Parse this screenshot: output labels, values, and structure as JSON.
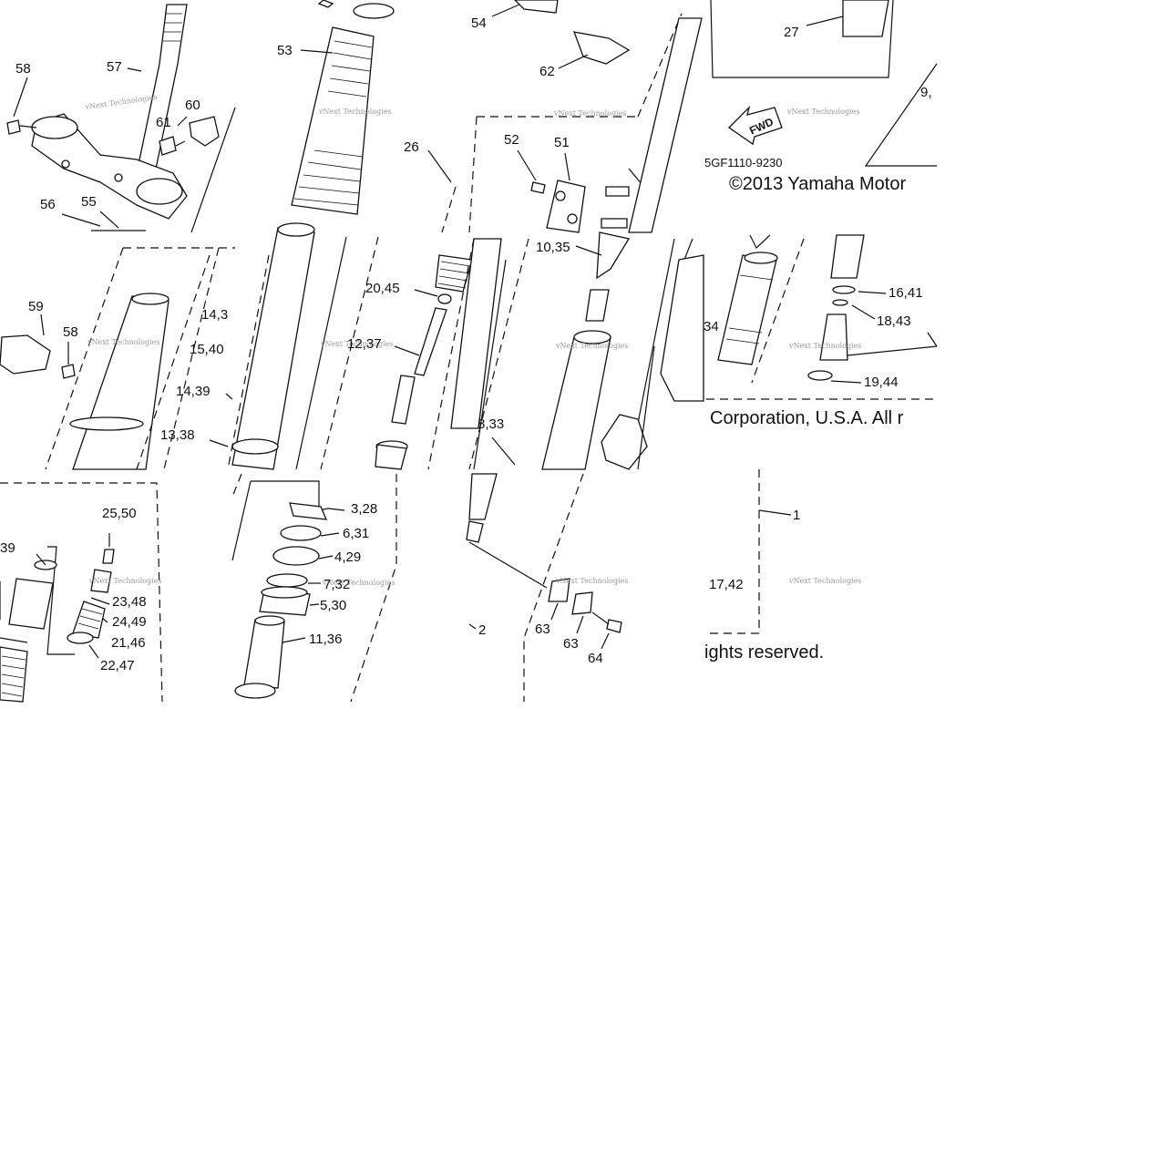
{
  "diagram": {
    "code": "5GF1110-9230",
    "copyright_part1": "©2013 Yamaha Motor",
    "copyright_part2": "Corporation, U.S.A. All r",
    "copyright_part3": "ights reserved.",
    "fwd_label": "FWD",
    "watermark": "vNext Technologies",
    "callouts": [
      "58",
      "57",
      "61",
      "60",
      "56",
      "55",
      "53",
      "54",
      "62",
      "27",
      "26",
      "52",
      "51",
      "9,",
      "10,35",
      "59",
      "58",
      "14,3",
      "15,40",
      "14,39",
      "13,38",
      "20,45",
      "12,37",
      "8,33",
      "34",
      "16,41",
      "18,43",
      "19,44",
      "39",
      "25,50",
      "23,48",
      "24,49",
      "21,46",
      "22,47",
      "3,28",
      "6,31",
      "4,29",
      "7,32",
      "5,30",
      "11,36",
      "2",
      "63",
      "63",
      "64",
      "1",
      "17,42"
    ]
  }
}
